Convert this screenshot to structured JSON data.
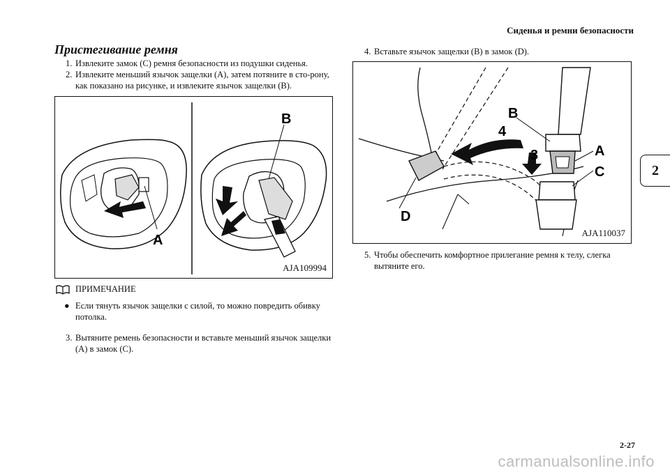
{
  "header": {
    "title": "Сиденья и ремни безопасности"
  },
  "section_title": "Пристегивание ремня",
  "steps_left": [
    {
      "num": "1.",
      "text": "Извлеките замок (C) ремня безопасности из подушки сиденья."
    },
    {
      "num": "2.",
      "text": "Извлеките меньший язычок защелки (A), затем потяните в сто-рону, как показано на рисунке, и извлеките язычок защелки (B)."
    }
  ],
  "figure1": {
    "code": "AJA109994",
    "label_a": "A",
    "label_b": "B"
  },
  "note": {
    "heading": "ПРИМЕЧАНИЕ",
    "bullet_glyph": "●",
    "bullet": "Если тянуть язычок защелки с силой, то можно повредить обивку потолка."
  },
  "step3": {
    "num": "3.",
    "text": "Вытяните ремень безопасности и вставьте меньший язычок защелки (A) в замок (C)."
  },
  "step4": {
    "num": "4.",
    "text": "Вставьте язычок защелки (B) в замок (D)."
  },
  "figure2": {
    "code": "AJA110037",
    "label_a": "A",
    "label_b": "B",
    "label_c": "C",
    "label_d": "D",
    "label_3": "3",
    "label_4": "4"
  },
  "step5": {
    "num": "5.",
    "text": "Чтобы обеспечить комфортное прилегание ремня к телу, слегка вытяните его."
  },
  "chapter_tab": "2",
  "page_number": "2-27",
  "watermark": "carmanualsonline.info"
}
